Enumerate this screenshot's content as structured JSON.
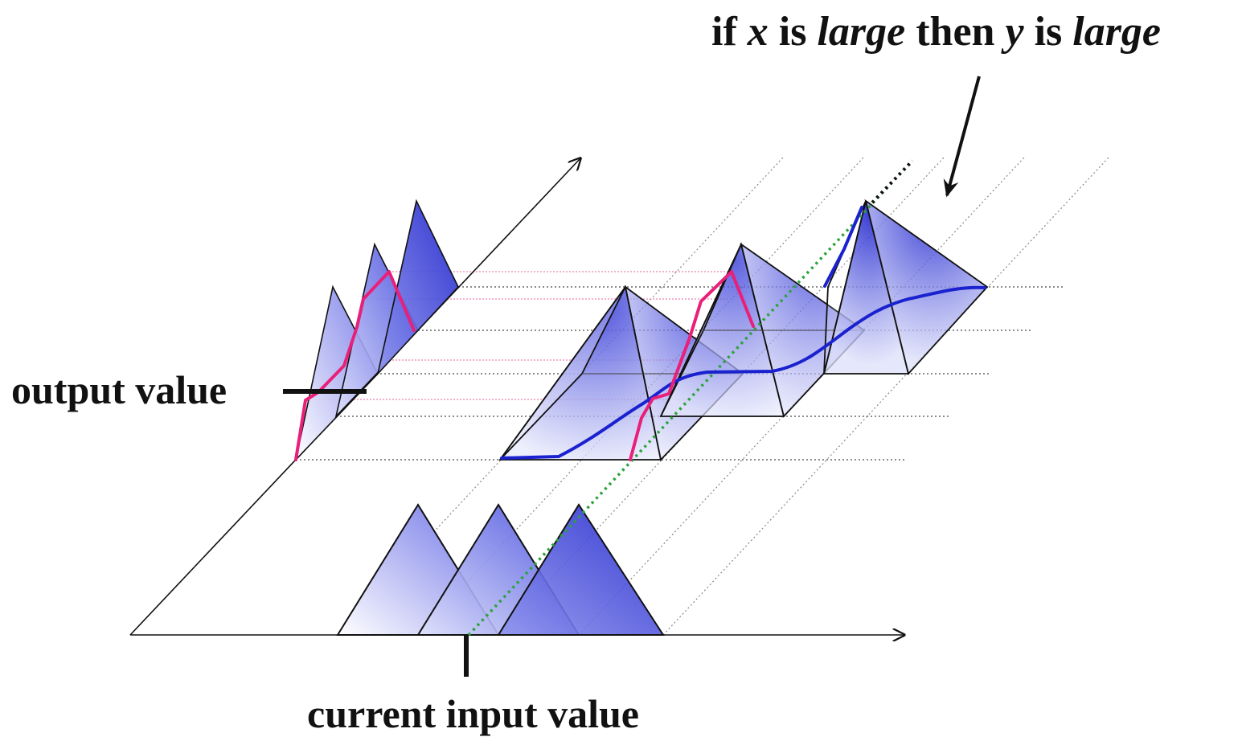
{
  "labels": {
    "rule": {
      "p1": "if ",
      "x": "x",
      "p2": " is ",
      "large1": "large",
      "p3": " then ",
      "y": "y",
      "p4": " is ",
      "large2": "large"
    },
    "output": "output value",
    "input": "current input value"
  },
  "colors": {
    "membership_fill_dark": "#2a2ad6",
    "membership_fill_light": "#e6e8fb",
    "edge": "#111111",
    "output_curve": "#e8207a",
    "rule_curve": "#1a22d0",
    "input_marker_line": "#2aa33a",
    "grid_dotted": "#555555",
    "grid_pink": "#ee7fb0"
  }
}
